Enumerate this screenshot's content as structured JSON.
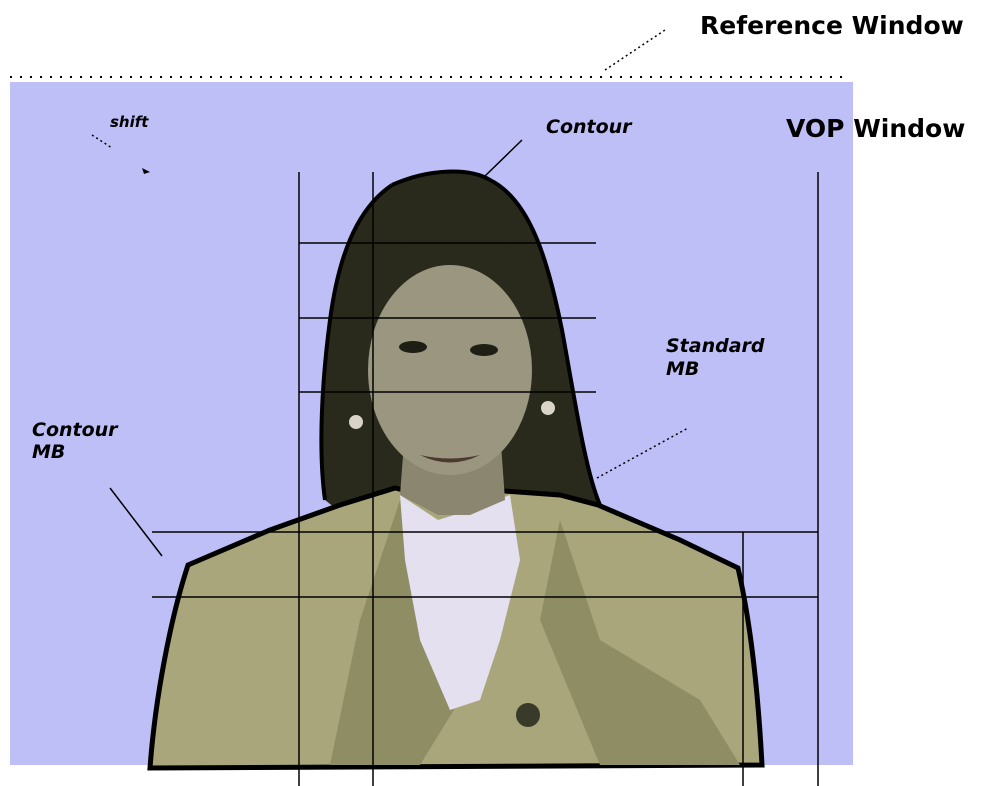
{
  "labels": {
    "reference_window": "Reference Window",
    "vop_window": "VOP Window",
    "contour": "Contour",
    "shift": "shift",
    "standard_mb_line1": "Standard",
    "standard_mb_line2": "MB",
    "contour_mb_line1": "Contour",
    "contour_mb_line2": "MB"
  },
  "colors": {
    "vop_background": "#bfbff7",
    "jacket": "#a8a67a",
    "hair": "#2a2a1c",
    "skin": "#9a9680",
    "blouse": "#e4e0f0",
    "grid_line": "#000000"
  }
}
